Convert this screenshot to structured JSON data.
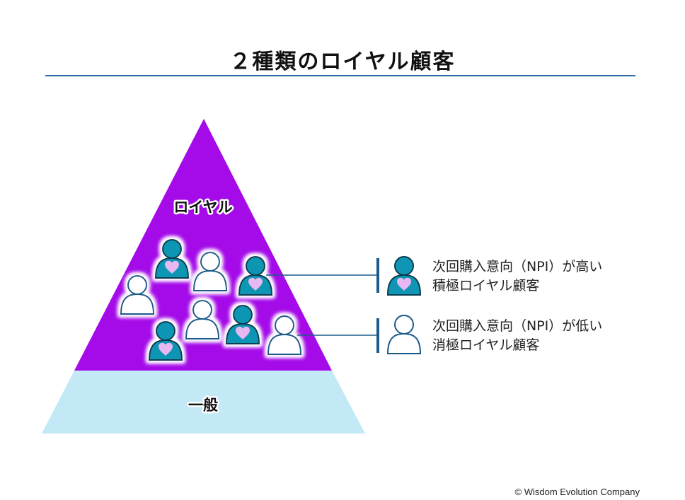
{
  "title": "２種類のロイヤル顧客",
  "pyramid": {
    "top_label": "ロイヤル",
    "bottom_label": "一般"
  },
  "legend": [
    {
      "line1": "次回購入意向（NPI）が高い",
      "line2": "積極ロイヤル顧客"
    },
    {
      "line1": "次回購入意向（NPI）が低い",
      "line2": "消極ロイヤル顧客"
    }
  ],
  "colors": {
    "loyal_tier": "#a40be8",
    "general_tier": "#c3e9f6",
    "active_person": "#1096b4",
    "heart": "#e8b8f2",
    "rule": "#2e6aa8",
    "connector": "#1c5b8a"
  },
  "icons": {
    "active": "person-with-heart-icon",
    "passive": "person-outline-icon"
  },
  "copyright": "© Wisdom Evolution Company"
}
